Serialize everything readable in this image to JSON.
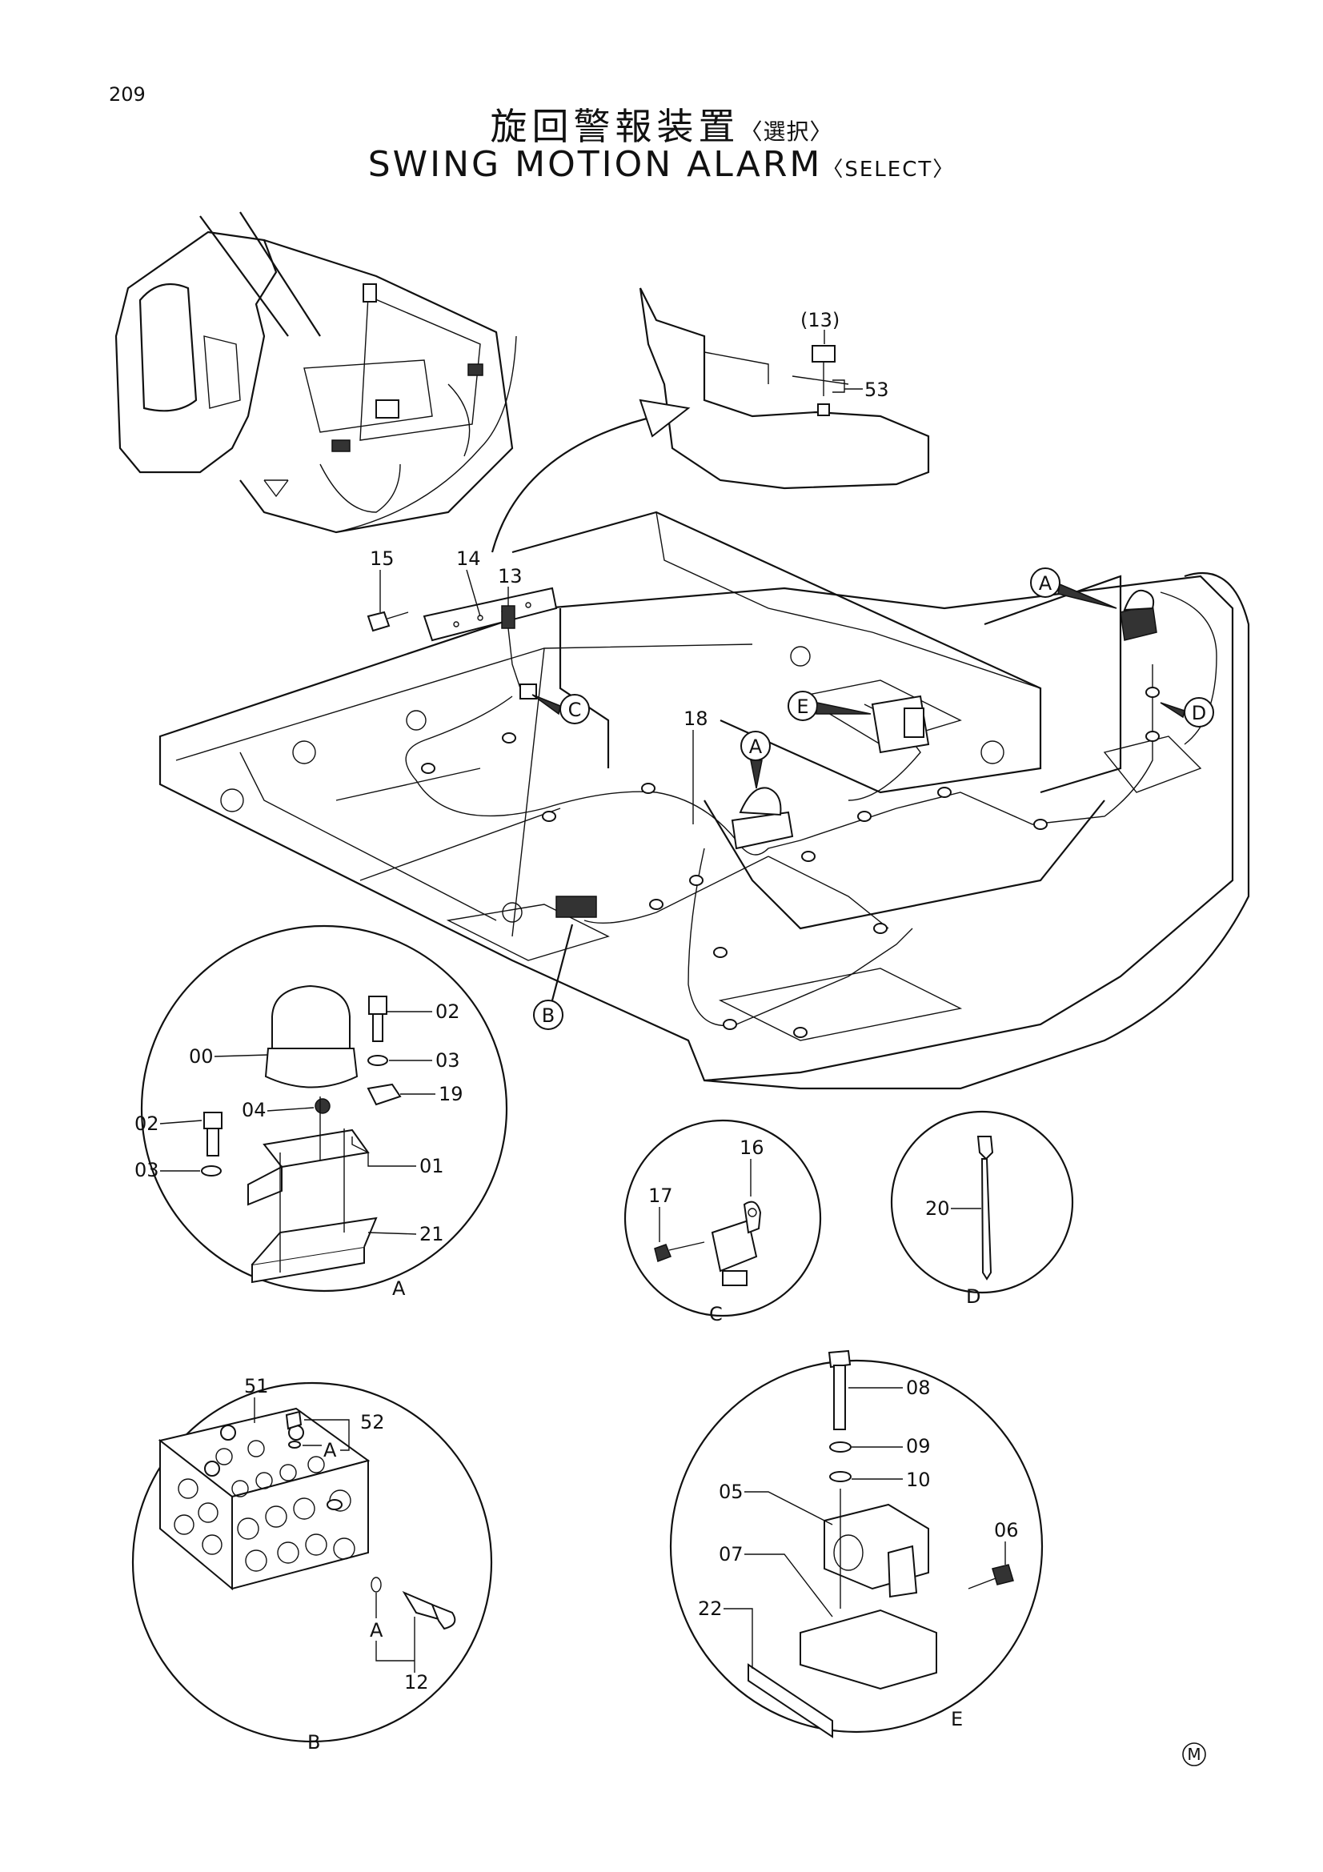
{
  "page_number": "209",
  "title_jp": "旋回警報装置",
  "title_jp_select": "〈選択〉",
  "title_en": "SWING MOTION ALARM",
  "title_en_select": "〈SELECT〉",
  "callouts": {
    "main": [
      "15",
      "14",
      "13",
      "18",
      "(13)",
      "53"
    ],
    "refs": [
      "A",
      "A",
      "B",
      "C",
      "D",
      "E"
    ]
  },
  "detail_a": {
    "label": "A",
    "parts": [
      "00",
      "02",
      "03",
      "04",
      "19",
      "01",
      "21",
      "02",
      "03"
    ]
  },
  "detail_b": {
    "label": "B",
    "parts": [
      "51",
      "52",
      "A",
      "A",
      "12"
    ]
  },
  "detail_c": {
    "label": "C",
    "parts": [
      "16",
      "17"
    ]
  },
  "detail_d": {
    "label": "D",
    "parts": [
      "20"
    ]
  },
  "detail_e": {
    "label": "E",
    "parts": [
      "08",
      "09",
      "10",
      "05",
      "06",
      "07",
      "22"
    ]
  },
  "mark": "M"
}
